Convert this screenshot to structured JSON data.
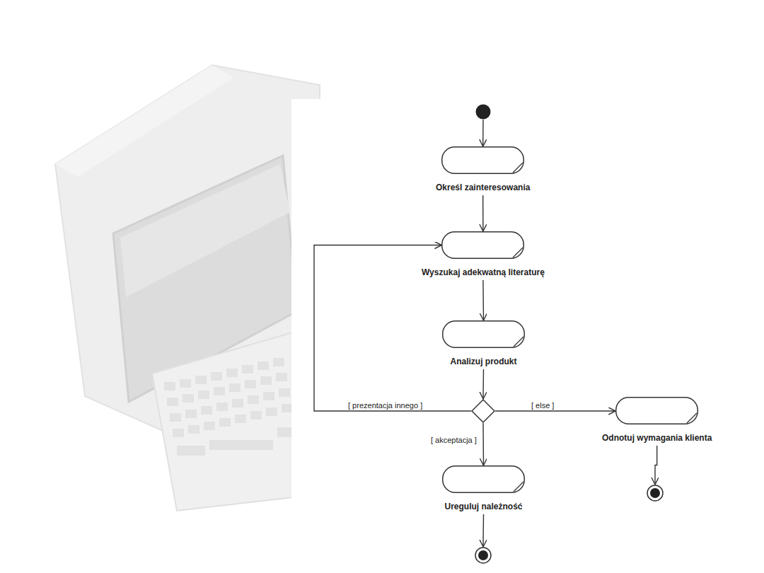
{
  "diagram": {
    "nodes": [
      {
        "text": []
      },
      {
        "text": [
          "Określ zainteresowania"
        ]
      },
      {
        "text": [
          "Wyszukaj adekwatną literaturę"
        ]
      },
      {
        "text": [
          "Analizuj produkt"
        ]
      },
      {
        "text": []
      },
      {
        "text": [
          "Odnotuj wymagania klienta"
        ]
      },
      {
        "text": []
      },
      {
        "text": [
          "Ureguluj należność"
        ]
      },
      {
        "text": []
      }
    ],
    "edges": [
      {
        "from": 0,
        "to": 1,
        "arrow": "to"
      },
      {
        "from": 1,
        "to": 2,
        "arrow": "to"
      },
      {
        "from": 2,
        "to": 3,
        "arrow": "to"
      },
      {
        "from": 3,
        "to": 4,
        "arrow": "to"
      },
      {
        "from": 4,
        "to": 2,
        "label": "[ prezentacja innego ]",
        "arrow": "to"
      },
      {
        "from": 4,
        "to": 5,
        "label": "[ else ]",
        "arrow": "to"
      },
      {
        "from": 4,
        "to": 7,
        "label": "[ akceptacja ]",
        "arrow": "to"
      },
      {
        "from": 5,
        "to": 6,
        "arrow": "to"
      },
      {
        "from": 7,
        "to": 8,
        "arrow": "to"
      }
    ]
  }
}
